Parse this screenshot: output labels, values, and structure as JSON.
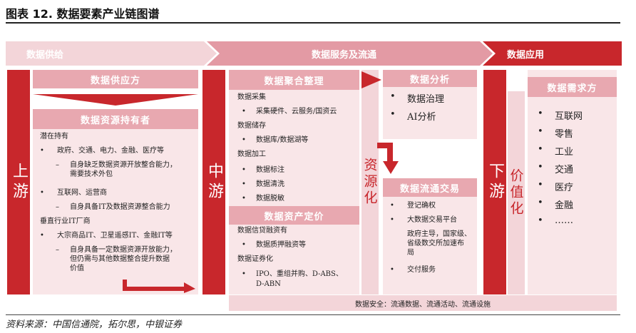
{
  "title": "图表 12. 数据要素产业链图谱",
  "source": "资料来源：中国信通院，拓尔思，中银证券",
  "bands": {
    "supply": "数据供给",
    "service": "数据服务及流通",
    "application": "数据应用"
  },
  "stages": {
    "upstream": "上游",
    "midstream": "中游",
    "downstream": "下游",
    "resourcization": "资源化",
    "valorization": "价值化"
  },
  "upstream": {
    "supplier_header": "数据供应方",
    "holder_header": "数据资源持有者",
    "lines": [
      "潜在持有",
      "政府、交通、电力、金融、医疗等",
      "自身缺乏数据资源开放整合能力，",
      "需要技术外包",
      "互联网、运营商",
      "自身具备IT及数据资源整合能力",
      "垂直行业IT厂商",
      "大宗商品IT、卫星遥感IT、金融IT等",
      "自身具备一定数据资源开放能力，",
      "但仍需与其他数据整合提升数据",
      "价值"
    ]
  },
  "midstream": {
    "aggregation_header": "数据聚合整理",
    "aggregation_lines": [
      "数据采集",
      "采集硬件、云服务/国资云",
      "数据储存",
      "数据库/数据湖等",
      "数据加工",
      "数据标注",
      "数据清洗",
      "数据脱敏"
    ],
    "pricing_header": "数据资产定价",
    "pricing_lines": [
      "数据信贷融资有",
      "数据质押融资等",
      "数据证券化",
      "IPO、重组并购、D-ABS、",
      "D-ABN"
    ],
    "analysis_header": "数据分析",
    "analysis_items": [
      "数据治理",
      "AI分析"
    ],
    "trading_header": "数据流通交易",
    "trading_lines": [
      "登记确权",
      "大数据交易平台",
      "政府主导，国家级、",
      "省级数交所加速布",
      "局",
      "交付服务"
    ],
    "security": "数据安全：流通数据、流通活动、流通设施"
  },
  "downstream": {
    "demand_header": "数据需求方",
    "demand_items": [
      "互联网",
      "零售",
      "工业",
      "交通",
      "医疗",
      "金融",
      "……"
    ]
  },
  "colors": {
    "red": "#c8272c",
    "pink_header": "#e8a8b0",
    "pink_panel": "#f9e6e8",
    "band_light": "#f3d5d9"
  }
}
